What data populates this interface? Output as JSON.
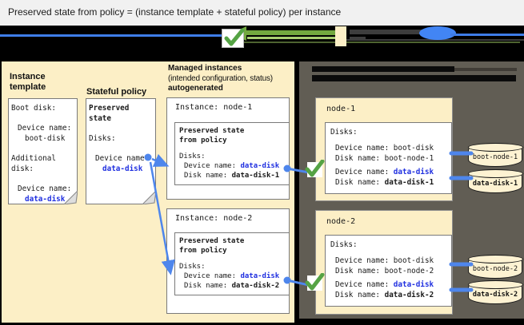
{
  "title": "Preserved state from policy = (instance template + stateful policy) per instance",
  "colors": {
    "cream": "#fcefc6",
    "panel_dark": "#615d54",
    "doc_blue": "#2030e0",
    "connector_blue": "#4e86ec",
    "check_green": "#55a344",
    "legend_green": "#73a93f",
    "legend_pill_blue": "#4285f4"
  },
  "left_panel": {
    "template_heading": "Instance template",
    "template_doc": {
      "boot_label": "Boot disk:",
      "boot_device_label": "Device name:",
      "boot_device_value": "boot-disk",
      "additional_label": "Additional disk:",
      "data_device_label": "Device name:",
      "data_device_value": "data-disk"
    },
    "policy_heading": "Stateful policy",
    "policy_doc": {
      "doc_title": "Preserved state",
      "disks_label": "Disks:",
      "device_label": "Device name:",
      "device_value": "data-disk"
    }
  },
  "managed": {
    "heading_line1": "Managed instances",
    "heading_line2": "(intended configuration, status)",
    "heading_line3": "autogenerated",
    "instances": [
      {
        "title": "Instance: node-1",
        "preserved_line1": "Preserved state",
        "preserved_line2": "from policy",
        "disks_label": "Disks:",
        "device_label": "Device name:",
        "device_value": "data-disk",
        "disk_label": "Disk name:",
        "disk_value": "data-disk-1"
      },
      {
        "title": "Instance: node-2",
        "preserved_line1": "Preserved state",
        "preserved_line2": "from policy",
        "disks_label": "Disks:",
        "device_label": "Device name:",
        "device_value": "data-disk",
        "disk_label": "Disk name:",
        "disk_value": "data-disk-2"
      }
    ]
  },
  "vm_nodes": [
    {
      "name": "node-1",
      "disks_label": "Disks:",
      "boot_device_label": "Device name:",
      "boot_device_value": "boot-disk",
      "boot_disk_label": "Disk name:",
      "boot_disk_value": "boot-node-1",
      "data_device_label": "Device name:",
      "data_device_value": "data-disk",
      "data_disk_label": "Disk name:",
      "data_disk_value": "data-disk-1",
      "boot_cylinder_label": "boot-node-1",
      "data_cylinder_label": "data-disk-1"
    },
    {
      "name": "node-2",
      "disks_label": "Disks:",
      "boot_device_label": "Device name:",
      "boot_device_value": "boot-disk",
      "boot_disk_label": "Disk name:",
      "boot_disk_value": "boot-node-2",
      "data_device_label": "Device name:",
      "data_device_value": "data-disk",
      "data_disk_label": "Disk name:",
      "data_disk_value": "data-disk-2",
      "boot_cylinder_label": "boot-node-2",
      "data_cylinder_label": "data-disk-2"
    }
  ]
}
